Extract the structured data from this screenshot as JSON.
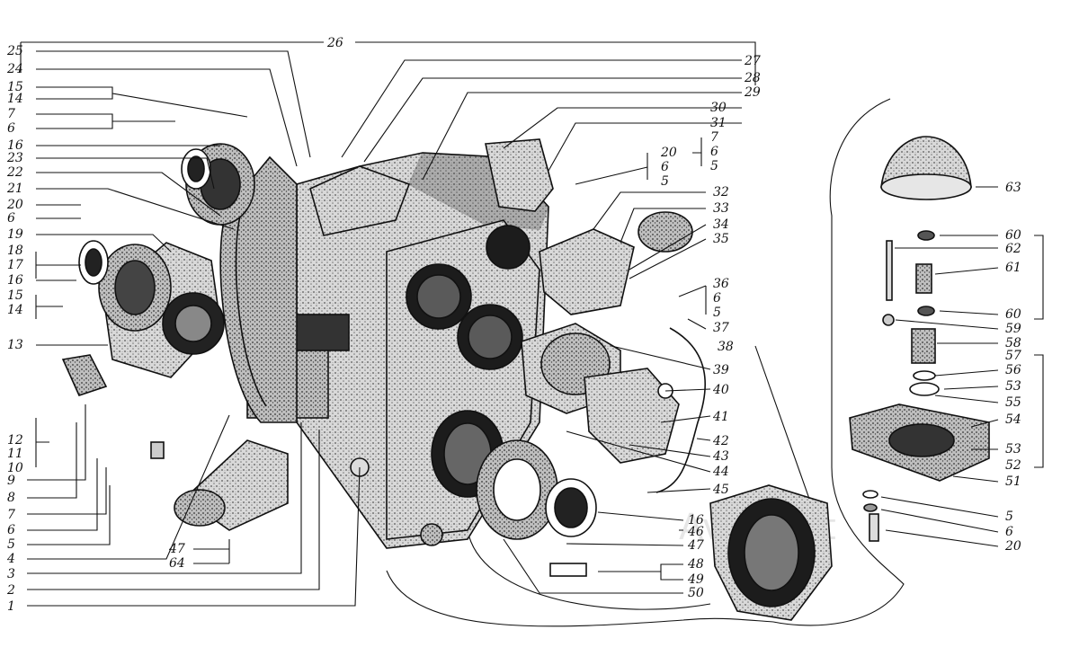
{
  "watermark": "AvtoSoft",
  "callouts": [
    "1",
    "2",
    "3",
    "4",
    "5",
    "6",
    "7",
    "8",
    "9",
    "10",
    "11",
    "12",
    "13",
    "14",
    "15",
    "16",
    "17",
    "18",
    "19",
    "20",
    "21",
    "22",
    "23",
    "24",
    "25",
    "26",
    "27",
    "28",
    "29",
    "30",
    "31",
    "32",
    "33",
    "34",
    "35",
    "36",
    "37",
    "38",
    "39",
    "40",
    "41",
    "42",
    "43",
    "44",
    "45",
    "46",
    "47",
    "48",
    "49",
    "50",
    "51",
    "52",
    "53",
    "54",
    "55",
    "56",
    "57",
    "58",
    "59",
    "60",
    "61",
    "62",
    "63",
    "64"
  ]
}
